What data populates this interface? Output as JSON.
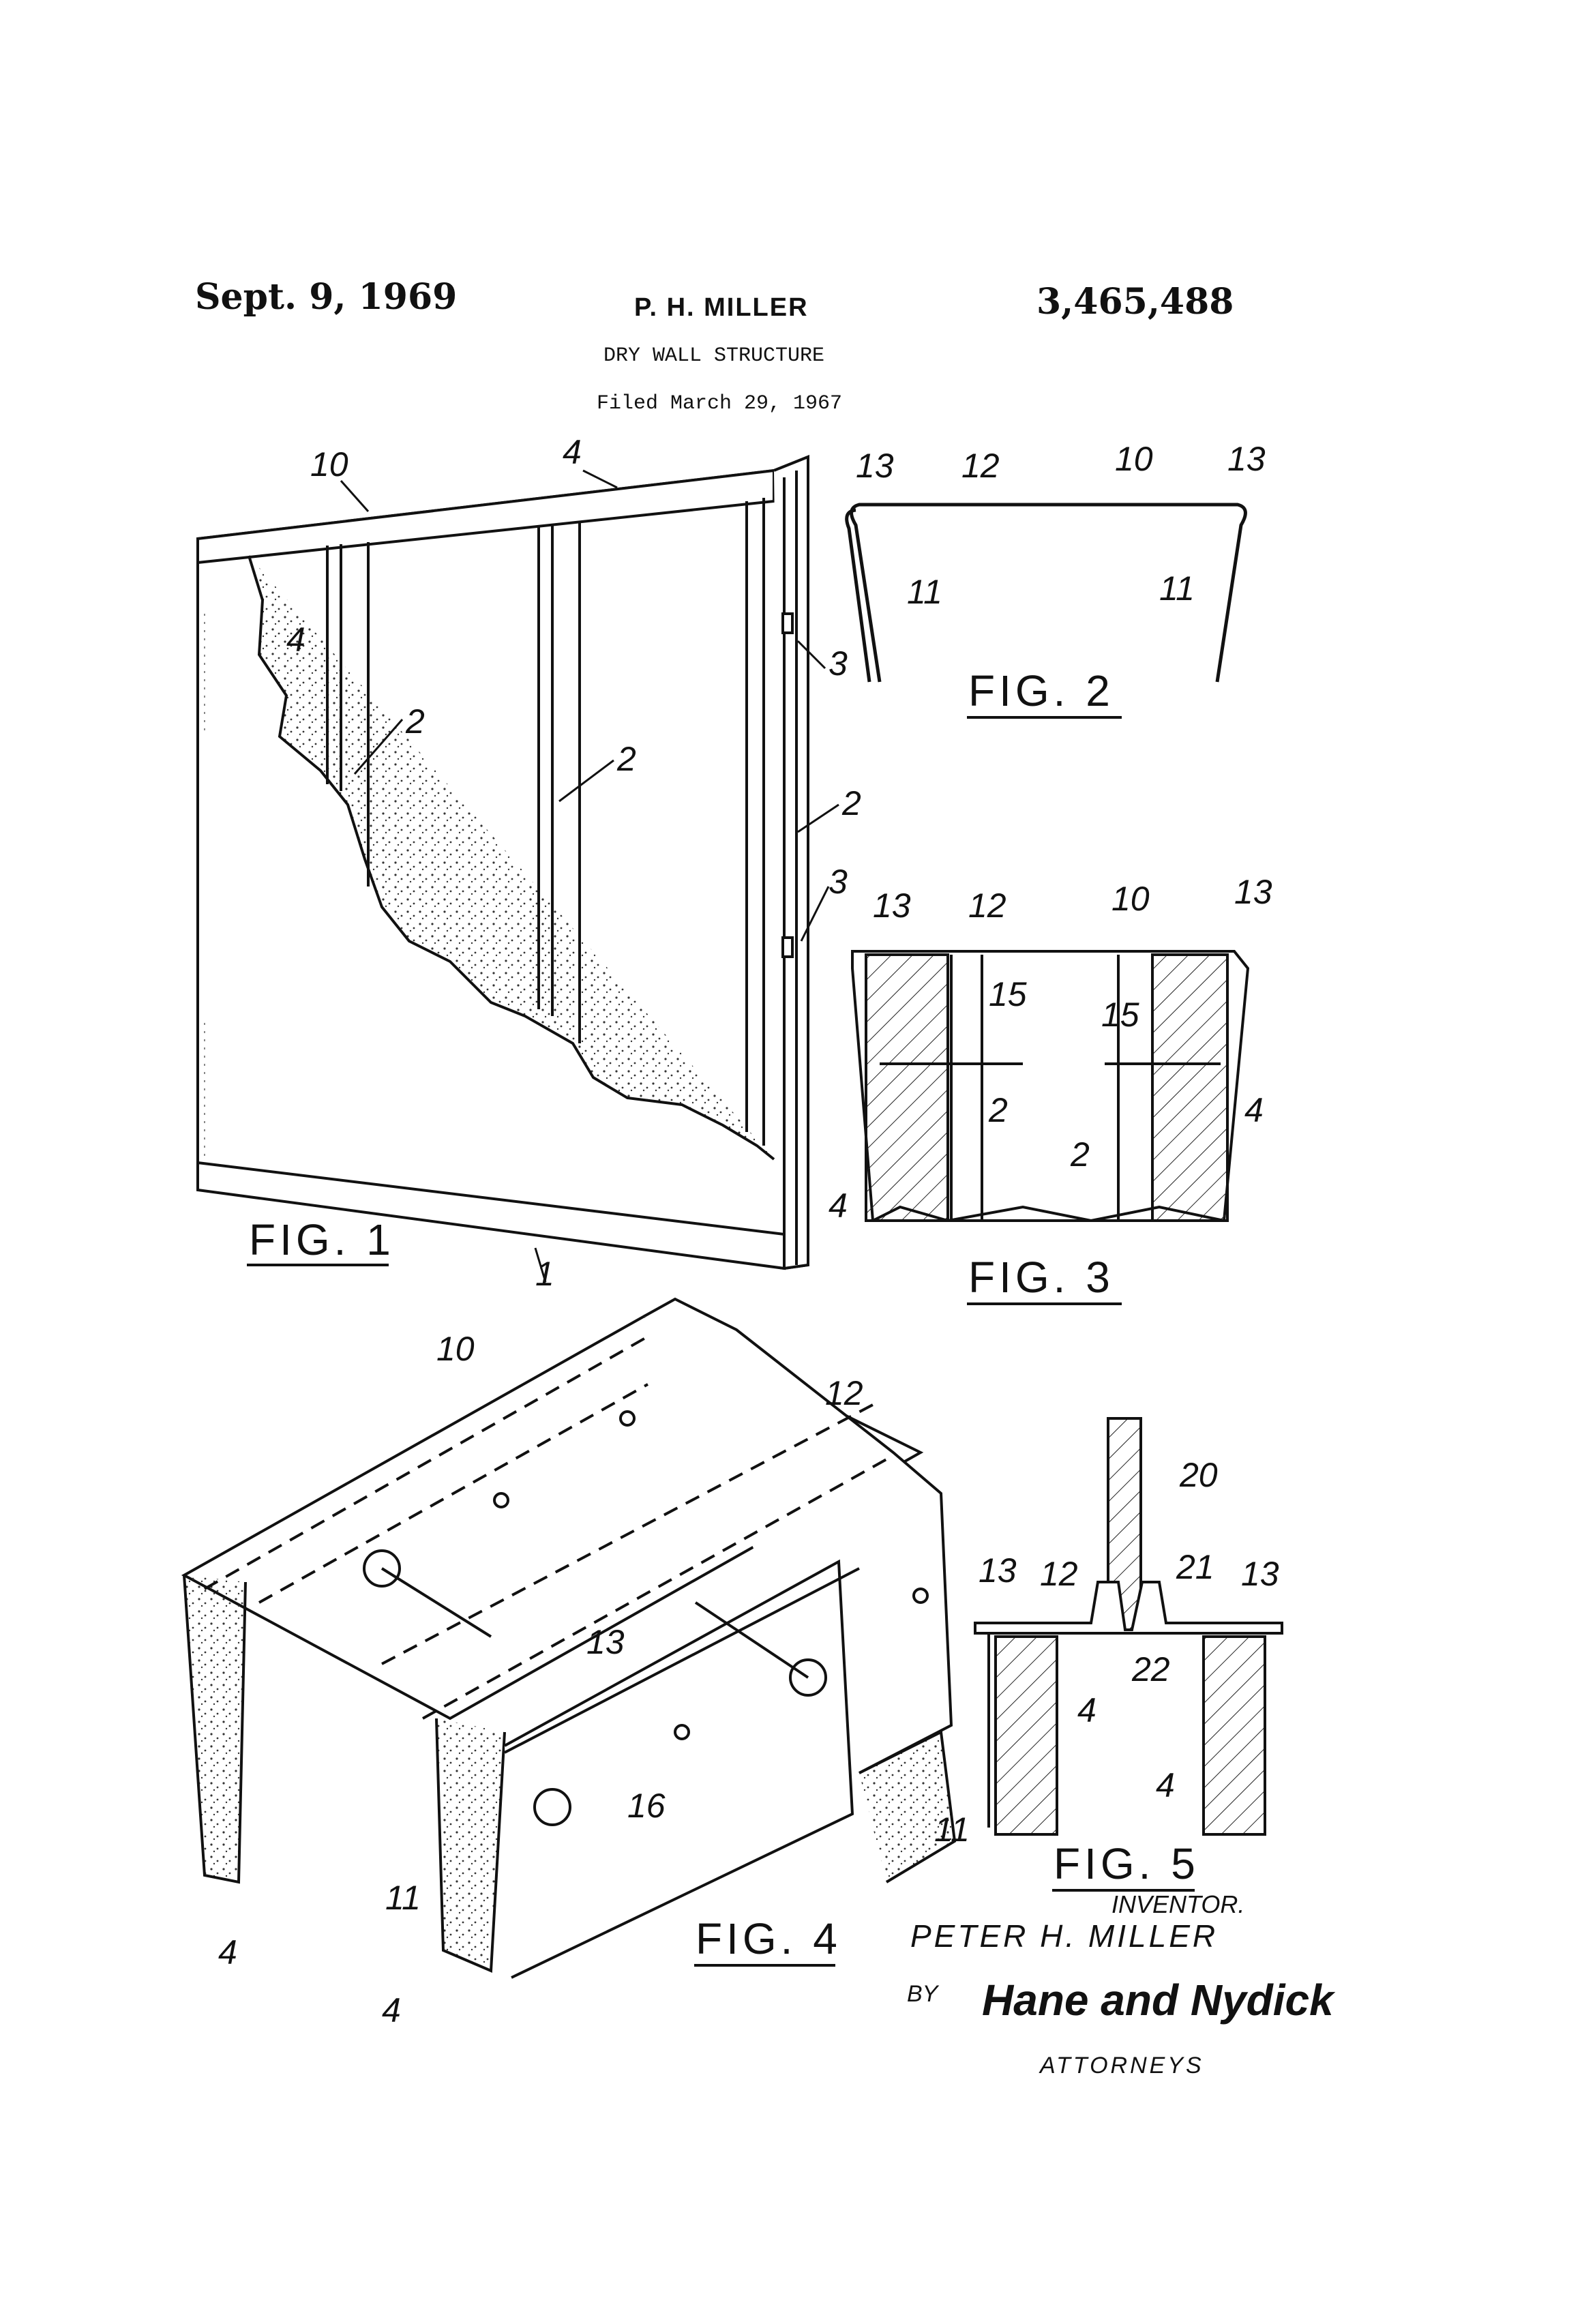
{
  "header": {
    "date": "Sept. 9, 1969",
    "inventor_name": "P. H. MILLER",
    "patent_number": "3,465,488",
    "title": "DRY WALL STRUCTURE",
    "filed": "Filed March 29, 1967"
  },
  "figures": {
    "fig1": "FIG. 1",
    "fig2": "FIG. 2",
    "fig3": "FIG. 3",
    "fig4": "FIG. 4",
    "fig5": "FIG. 5"
  },
  "reference_numerals": {
    "n1": "1",
    "n2": "2",
    "n3": "3",
    "n4": "4",
    "n10": "10",
    "n11": "11",
    "n12": "12",
    "n13": "13",
    "n15": "15",
    "n16": "16",
    "n20": "20",
    "n21": "21",
    "n22": "22"
  },
  "signature_block": {
    "inventor_label": "INVENTOR.",
    "inventor_full_name": "PETER H. MILLER",
    "by_label": "BY",
    "attorney_firm": "Hane and Nydick",
    "attorneys_label": "ATTORNEYS"
  }
}
